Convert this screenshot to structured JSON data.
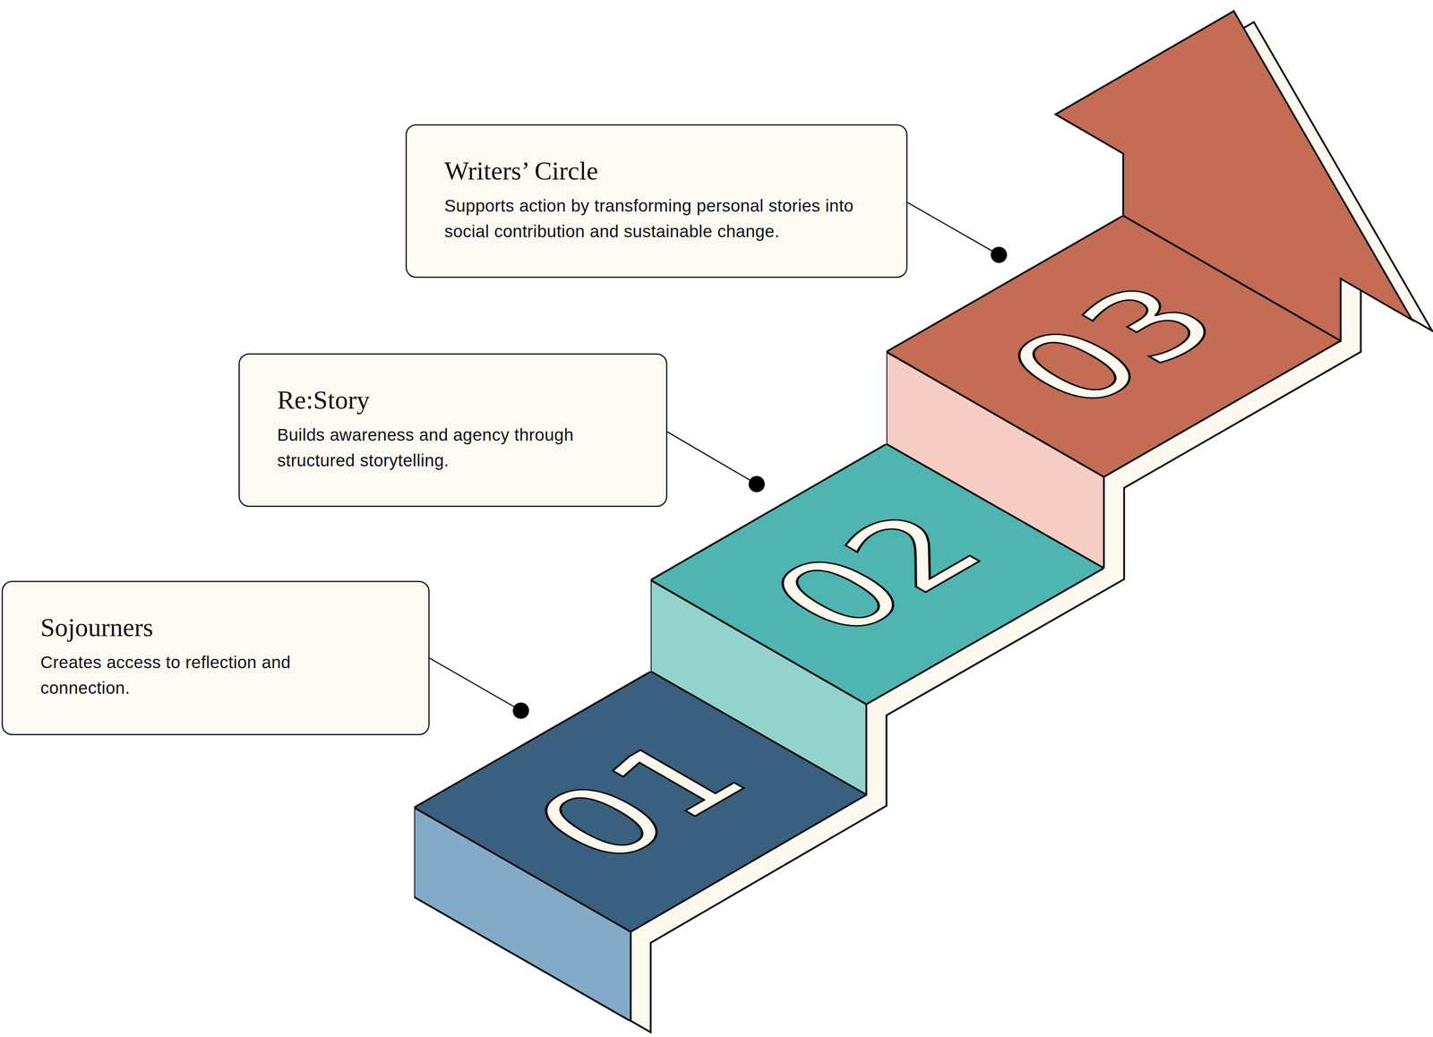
{
  "diagram": {
    "nodes": [
      {
        "text": [
          "Writers’ Circle",
          "Supports action by transforming personal stories into social contribution and sustainable change."
        ]
      },
      {
        "text": [
          "Re:Story",
          "Builds awareness and agency through structured storytelling."
        ]
      },
      {
        "text": [
          "Sojourners",
          "Creates access to reflection and connection."
        ]
      },
      {
        "text": [
          "03"
        ]
      },
      {
        "text": [
          "02"
        ]
      },
      {
        "text": [
          "01"
        ]
      }
    ],
    "edges": [
      {
        "from": 0,
        "to": 3,
        "arrow": "none"
      },
      {
        "from": 1,
        "to": 4,
        "arrow": "none"
      },
      {
        "from": 2,
        "to": 5,
        "arrow": "none"
      }
    ]
  }
}
